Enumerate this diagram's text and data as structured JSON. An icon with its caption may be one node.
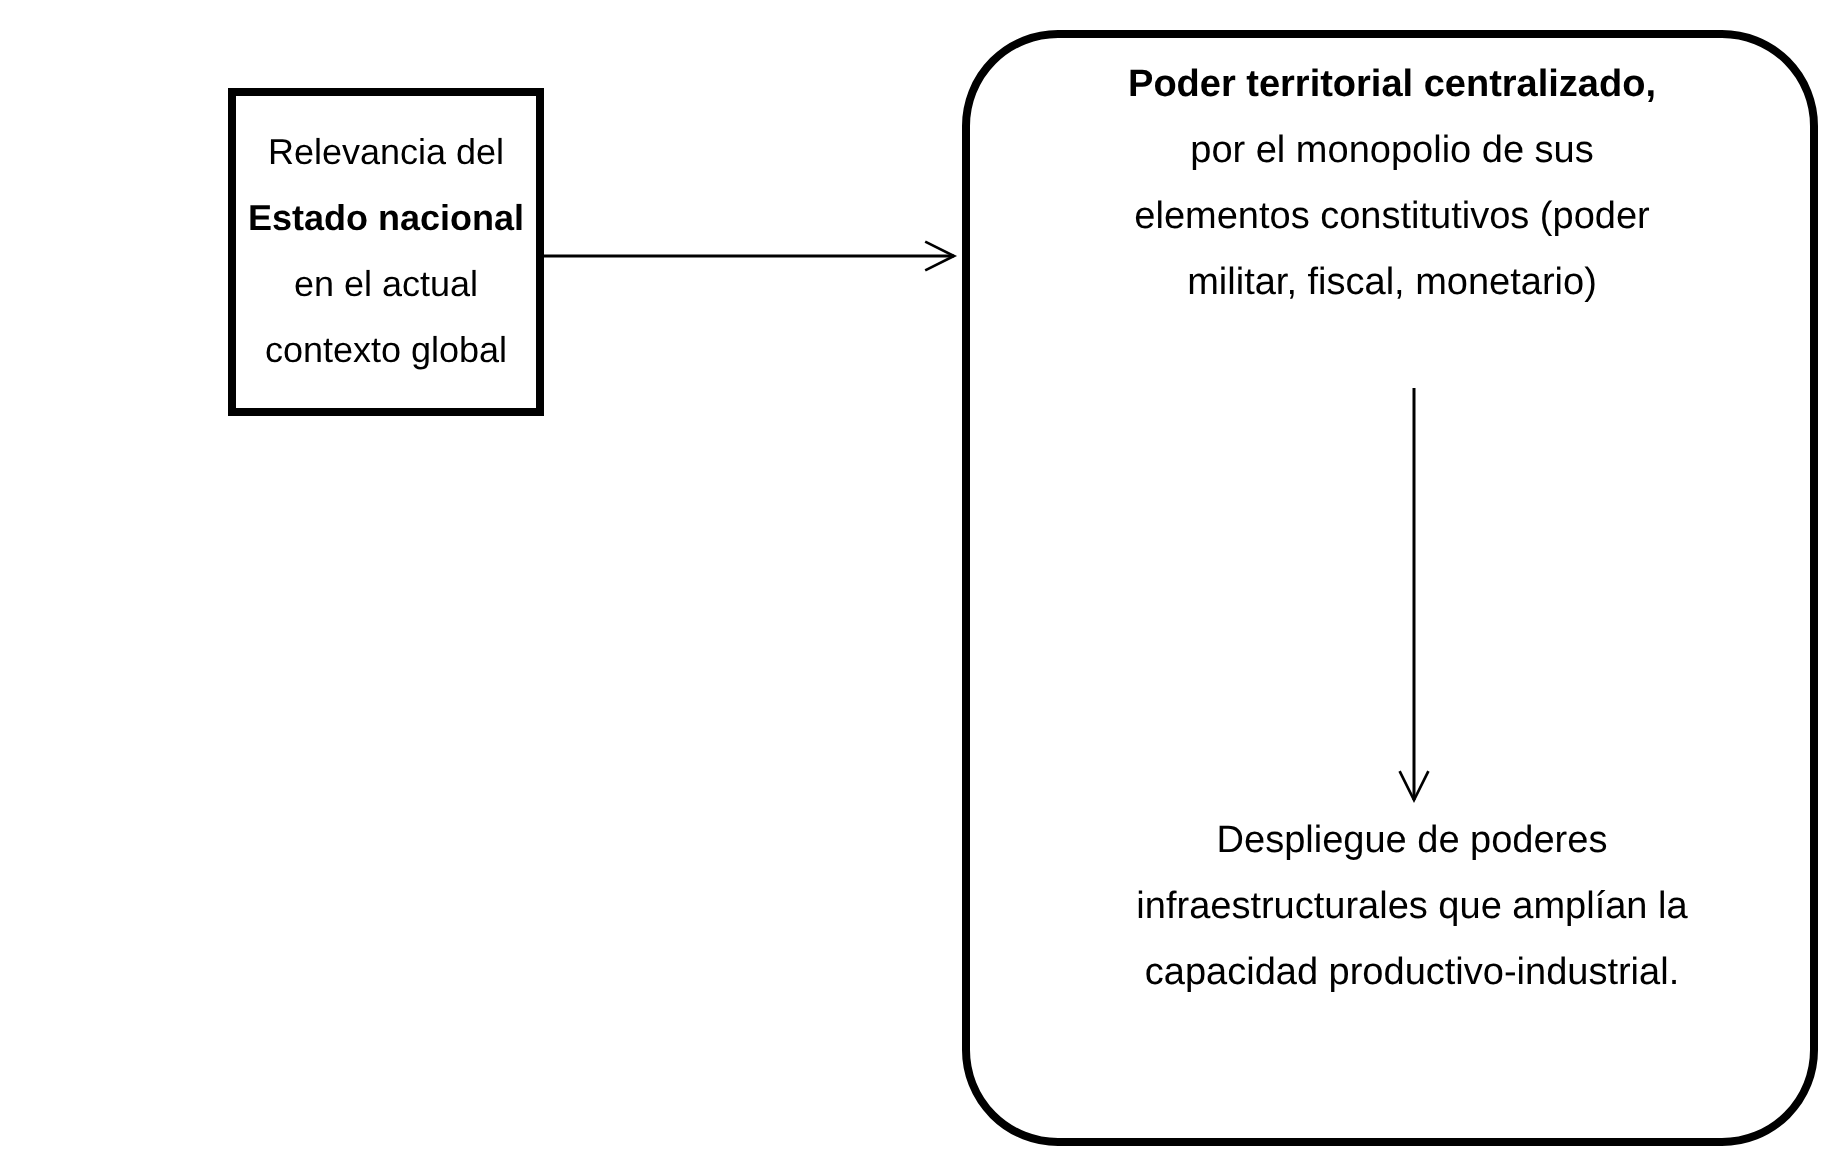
{
  "diagram": {
    "nodes": [
      {
        "text": [
          "Relevancia del **Estado nacional** en el actual contexto global"
        ]
      },
      {
        "text": [],
        "shape": "box"
      },
      {
        "text": [
          "**Poder territorial centralizado,** por el monopolio de sus elementos constitutivos (poder militar, fiscal, monetario)"
        ],
        "in": 1
      },
      {
        "text": [
          "Despliegue de poderes infraestructurales que amplían la capacidad productivo-industrial."
        ],
        "in": 1
      }
    ],
    "edges": [
      {
        "from": 0,
        "to": 1,
        "arrow": "to"
      },
      {
        "from": 2,
        "to": 3,
        "arrow": "to"
      }
    ]
  }
}
